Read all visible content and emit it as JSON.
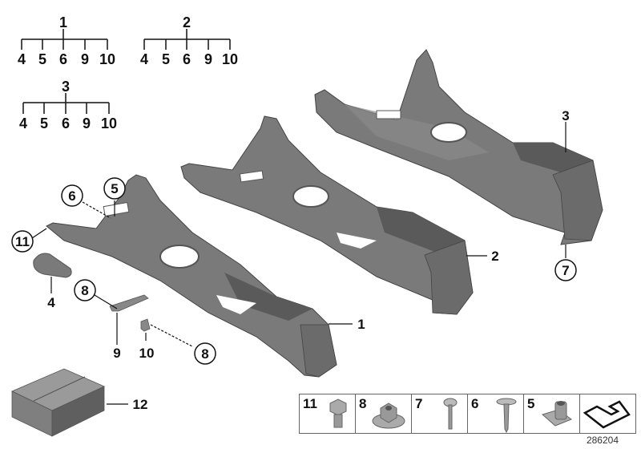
{
  "hierarchy": [
    {
      "parent": "1",
      "children": [
        "4",
        "5",
        "6",
        "9",
        "10"
      ]
    },
    {
      "parent": "2",
      "children": [
        "4",
        "5",
        "6",
        "9",
        "10"
      ]
    },
    {
      "parent": "3",
      "children": [
        "4",
        "5",
        "6",
        "9",
        "10"
      ]
    }
  ],
  "callouts": {
    "c6": "6",
    "c5": "5",
    "c11": "11",
    "c4": "4",
    "c8a": "8",
    "c9": "9",
    "c10": "10",
    "c8b": "8",
    "c1": "1",
    "c2": "2",
    "c3": "3",
    "c7": "7",
    "c12": "12"
  },
  "legend": [
    {
      "num": "11",
      "icon": "hex-bolt-icon"
    },
    {
      "num": "8",
      "icon": "flange-nut-icon"
    },
    {
      "num": "7",
      "icon": "screw-icon"
    },
    {
      "num": "6",
      "icon": "self-tapping-screw-icon"
    },
    {
      "num": "5",
      "icon": "clip-nut-icon"
    },
    {
      "num": "",
      "icon": "bracket-symbol-icon"
    }
  ],
  "reference_number": "286204",
  "colors": {
    "part_fill": "#7a7a7a",
    "part_dark": "#5a5a5a",
    "part_light": "#9a9a9a",
    "line": "#111111"
  }
}
